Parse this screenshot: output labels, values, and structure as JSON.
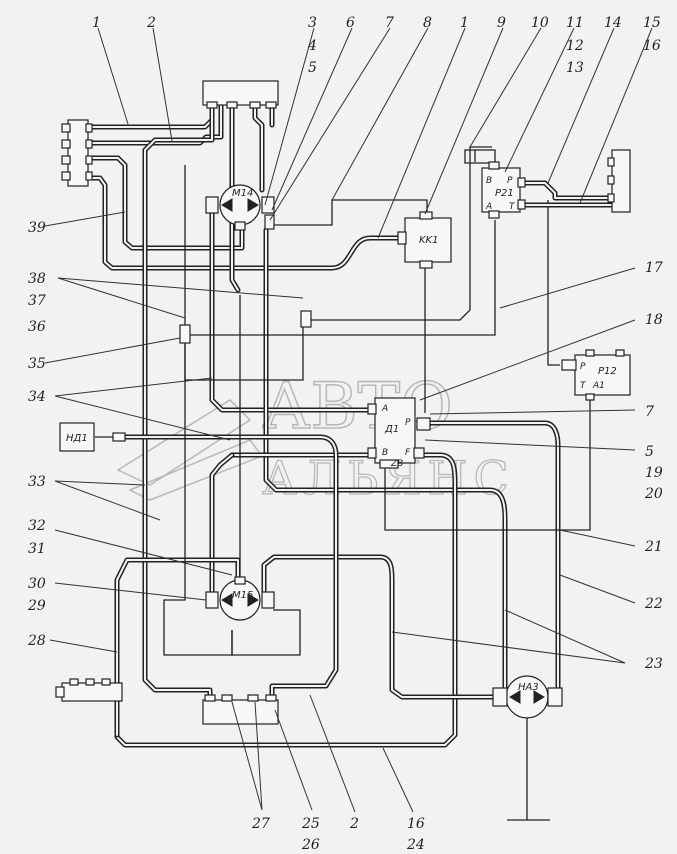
{
  "callouts": {
    "c1a": "1",
    "c2a": "2",
    "c3": "3",
    "c4": "4",
    "c5a": "5",
    "c6": "6",
    "c7a": "7",
    "c8": "8",
    "c1b": "1",
    "c9": "9",
    "c10": "10",
    "c11": "11",
    "c12": "12",
    "c13": "13",
    "c14": "14",
    "c15": "15",
    "c16a": "16",
    "c17": "17",
    "c18": "18",
    "c7b": "7",
    "c5b": "5",
    "c19": "19",
    "c20": "20",
    "c21": "21",
    "c22": "22",
    "c23": "23",
    "c39": "39",
    "c38": "38",
    "c37": "37",
    "c36": "36",
    "c35": "35",
    "c34": "34",
    "c33": "33",
    "c32": "32",
    "c31": "31",
    "c30": "30",
    "c29": "29",
    "c28": "28",
    "c27": "27",
    "c25": "25",
    "c26": "26",
    "c2b": "2",
    "c16b": "16",
    "c24": "24"
  },
  "components": {
    "m14": "M14",
    "m15": "M15",
    "kk1": "KK1",
    "nd1": "НД1",
    "na3": "НА3",
    "p21": "P21",
    "p12": "P12",
    "d1": "Д1",
    "zv": "ZB"
  },
  "ports": {
    "p21_b": "B",
    "p21_p": "P",
    "p21_a": "A",
    "p21_t": "T",
    "p12_p": "P",
    "p12_t": "T",
    "p12_a1": "A1",
    "d1_a": "A",
    "d1_p": "P",
    "d1_b": "B",
    "d1_f": "F"
  },
  "watermark": {
    "line1": "АВТО",
    "line2": "АЛЬЯНС"
  }
}
